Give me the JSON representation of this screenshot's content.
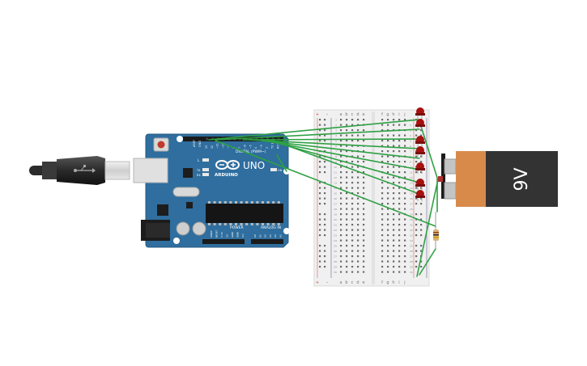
{
  "arduino": {
    "brand": "ARDUINO",
    "model": "UNO",
    "digital_label": "DIGITAL (PWM~)",
    "power_label": "POWER",
    "analog_label": "ANALOG IN",
    "aref": "AREF",
    "gnd": "GND",
    "led_l": "L",
    "tx": "TX",
    "rx": "RX",
    "on": "ON",
    "power_pins": [
      "IOREF",
      "RESET",
      "3.3V",
      "5V",
      "GND",
      "GND",
      "Vin"
    ],
    "analog_pins": [
      "A0",
      "A1",
      "A2",
      "A3",
      "A4",
      "A5"
    ],
    "digital_pins": [
      "13",
      "12",
      "~11",
      "~10",
      "~9",
      "8",
      "7",
      "~6",
      "~5",
      "4",
      "~3",
      "2",
      "TX 1",
      "RX 0"
    ]
  },
  "breadboard": {
    "columns_left": [
      "a",
      "b",
      "c",
      "d",
      "e"
    ],
    "columns_right": [
      "f",
      "g",
      "h",
      "i",
      "j"
    ],
    "rail_plus": "+",
    "rail_minus": "-",
    "rows": 30
  },
  "battery": {
    "label": "9V"
  },
  "leds": {
    "count": 7,
    "color": "#a81010"
  },
  "wire_color": "#2ea043",
  "board_color": "#2f6e9e"
}
